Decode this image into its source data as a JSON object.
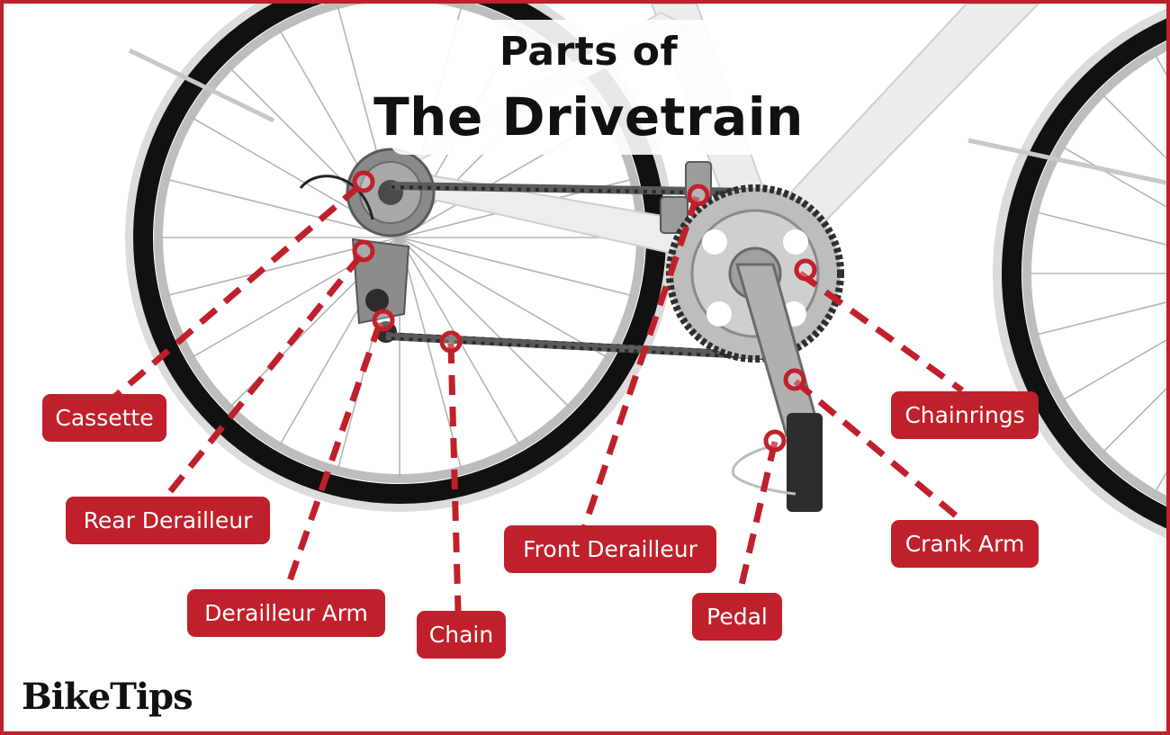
{
  "title": {
    "line1": "Parts of",
    "line2": "The Drivetrain"
  },
  "labels": {
    "cassette": "Cassette",
    "rear_derailleur": "Rear Derailleur",
    "derailleur_arm": "Derailleur Arm",
    "chain": "Chain",
    "front_derailleur": "Front Derailleur",
    "pedal": "Pedal",
    "chainrings": "Chainrings",
    "crank_arm": "Crank Arm"
  },
  "logo": "BikeTips",
  "colors": {
    "accent": "#c0202b",
    "frame": "#e8e8e8",
    "tire": "#111111",
    "metal": "#9a9a9a"
  },
  "icons": {
    "marker": "marker-ring-icon"
  }
}
